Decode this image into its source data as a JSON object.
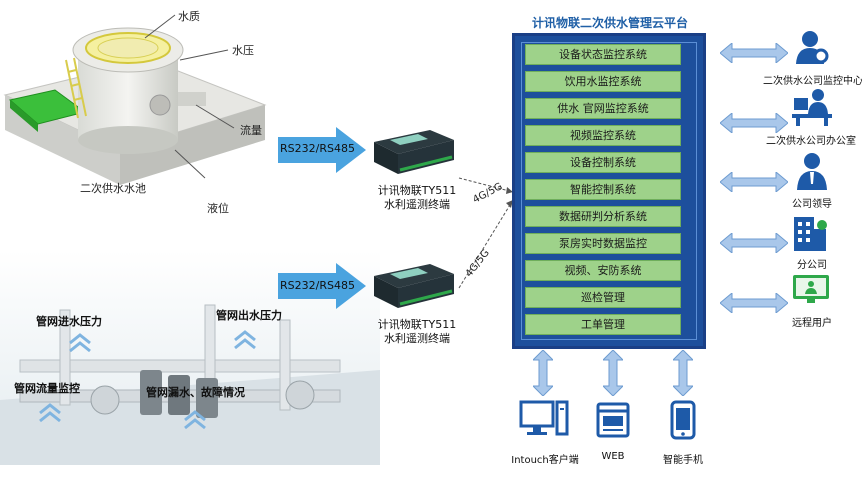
{
  "tank": {
    "water_quality": "水质",
    "water_pressure": "水压",
    "flow": "流量",
    "tank_name": "二次供水水池",
    "level": "液位"
  },
  "pipes": {
    "inlet_pressure": "管网进水压力",
    "outlet_pressure": "管网出水压力",
    "flow_monitor": "管网流量监控",
    "leak_fault": "管网漏水、故障情况"
  },
  "links": {
    "rs_top": "RS232/RS485",
    "rs_bottom": "RS232/RS485",
    "net_top": "4G/5G",
    "net_bottom": "4G/5G"
  },
  "terminals": {
    "top_line1": "计讯物联TY511",
    "top_line2": "水利遥测终端",
    "bottom_line1": "计讯物联TY511",
    "bottom_line2": "水利遥测终端"
  },
  "platform": {
    "title": "计讯物联二次供水管理云平台",
    "systems": [
      "设备状态监控系统",
      "饮用水监控系统",
      "供水 官网监控系统",
      "视频监控系统",
      "设备控制系统",
      "智能控制系统",
      "数据研判分析系统",
      "泵房实时数据监控",
      "视频、安防系统",
      "巡检管理",
      "工单管理"
    ]
  },
  "right_users": [
    {
      "label": "二次供水公司监控中心",
      "icon": "monitor-center-icon"
    },
    {
      "label": "二次供水公司办公室",
      "icon": "office-icon"
    },
    {
      "label": "公司领导",
      "icon": "leader-icon"
    },
    {
      "label": "分公司",
      "icon": "branch-icon"
    },
    {
      "label": "远程用户",
      "icon": "remote-user-icon"
    }
  ],
  "clients": [
    {
      "label": "Intouch客户端",
      "icon": "desktop-client-icon"
    },
    {
      "label": "WEB",
      "icon": "web-icon"
    },
    {
      "label": "智能手机",
      "icon": "smartphone-icon"
    }
  ],
  "colors": {
    "platform_blue": "#1d4f9c",
    "system_green": "#9ed28a",
    "arrow_blue": "#4aa3df",
    "title_blue": "#1f5fa6",
    "icon_blue": "#1e5aa8"
  }
}
